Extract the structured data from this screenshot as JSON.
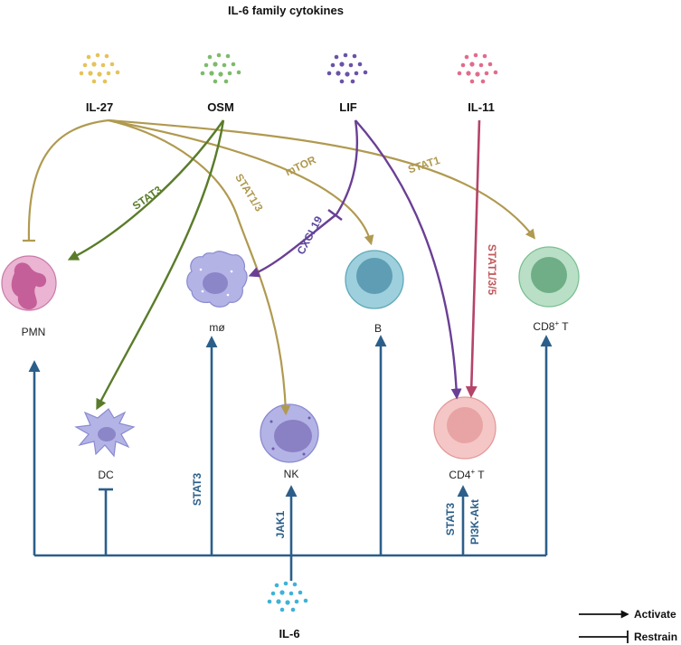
{
  "title": "IL-6 family cytokines",
  "cytokines": {
    "il27": "IL-27",
    "osm": "OSM",
    "lif": "LIF",
    "il11": "IL-11",
    "il6": "IL-6"
  },
  "cells": {
    "pmn": "PMN",
    "mo": "mø",
    "b": "B",
    "cd8": "CD8",
    "cd8_suffix": " T",
    "dc": "DC",
    "nk": "NK",
    "cd4": "CD4",
    "cd4_suffix": " T",
    "sup": "+"
  },
  "pathways": {
    "stat3_osm": "STAT3",
    "stat1_3": "STAT1/3",
    "mtor": "mTOR",
    "stat1": "STAT1",
    "cxcl19": "CXCL19",
    "stat1_3_5": "STAT1/3/5",
    "stat3_mo": "STAT3",
    "jak1": "JAK1",
    "stat3_cd4": "STAT3",
    "pi3k": "PI3K-Akt"
  },
  "legend": {
    "activate": "Activate",
    "restrain": "Restrain"
  },
  "colors": {
    "il27": "#b09a50",
    "osm": "#5a7c2a",
    "lif": "#6a3f95",
    "il11": "#b5446a",
    "il6": "#2b5f8a",
    "cxcl19": "#5a47a0",
    "stat135": "#c0585a"
  }
}
